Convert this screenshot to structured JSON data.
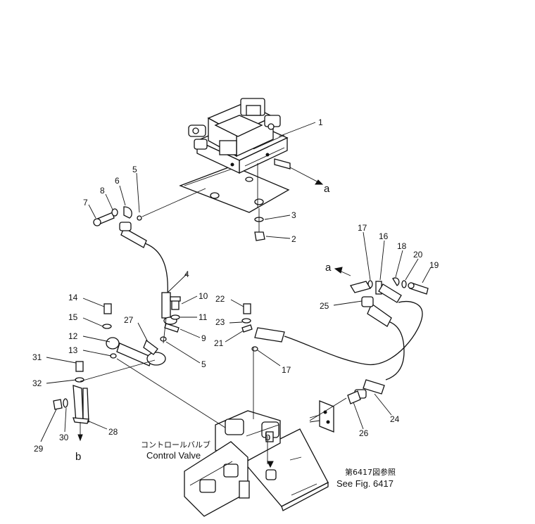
{
  "labels": {
    "l1": "1",
    "l2": "2",
    "l3": "3",
    "l4": "4",
    "l5a": "5",
    "l5b": "5",
    "l6": "6",
    "l7": "7",
    "l8": "8",
    "l9": "9",
    "l10": "10",
    "l11": "11",
    "l12": "12",
    "l13": "13",
    "l14": "14",
    "l15": "15",
    "l16": "16",
    "l17a": "17",
    "l17b": "17",
    "l18": "18",
    "l19": "19",
    "l20": "20",
    "l21": "21",
    "l22": "22",
    "l23": "23",
    "l24": "24",
    "l25": "25",
    "l26": "26",
    "l27": "27",
    "l28": "28",
    "l29": "29",
    "l30": "30",
    "l31": "31",
    "l32": "32"
  },
  "refs": {
    "a1": "a",
    "a2": "a",
    "b1": "b",
    "b2": "b"
  },
  "captions": {
    "control_valve_jp": "コントロールバルブ",
    "control_valve_en": "Control Valve",
    "see_fig_jp": "第6417図参照",
    "see_fig_en": "See Fig. 6417"
  }
}
